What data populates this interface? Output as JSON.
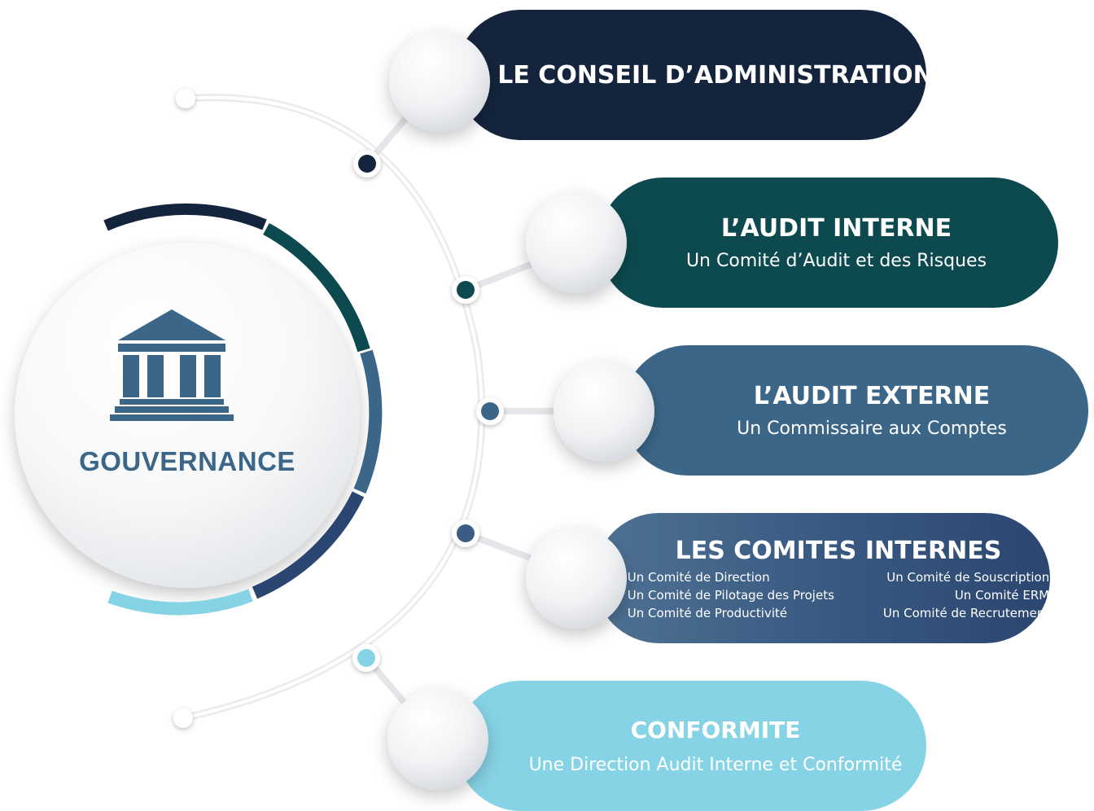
{
  "center": {
    "label": "GOUVERNANCE",
    "icon": "bank-building-icon",
    "ring_colors": [
      "#13243c",
      "#0c4a4f",
      "#3c6688",
      "#2b4670",
      "#86d3e6"
    ]
  },
  "items": [
    {
      "title": "LE CONSEIL D’ADMINISTRATION",
      "color": "#13243c"
    },
    {
      "title": "L’AUDIT INTERNE",
      "subtitle": "Un Comité d’Audit et des Risques",
      "color": "#0c4a4f"
    },
    {
      "title": "L’AUDIT EXTERNE",
      "subtitle": "Un Commissaire aux Comptes",
      "color": "#3c6688"
    },
    {
      "title": "LES COMITES INTERNES",
      "color": "#3b5c83",
      "committees": [
        "Un Comité de Direction",
        "Un Comité de Souscription",
        "Un Comité de Pilotage des Projets",
        "Un Comité ERM",
        "Un Comité de Productivité",
        "Un Comité de Recrutement"
      ]
    },
    {
      "title": "CONFORMITE",
      "subtitle": "Une Direction Audit Interne et Conformité",
      "color": "#86d3e6"
    }
  ]
}
